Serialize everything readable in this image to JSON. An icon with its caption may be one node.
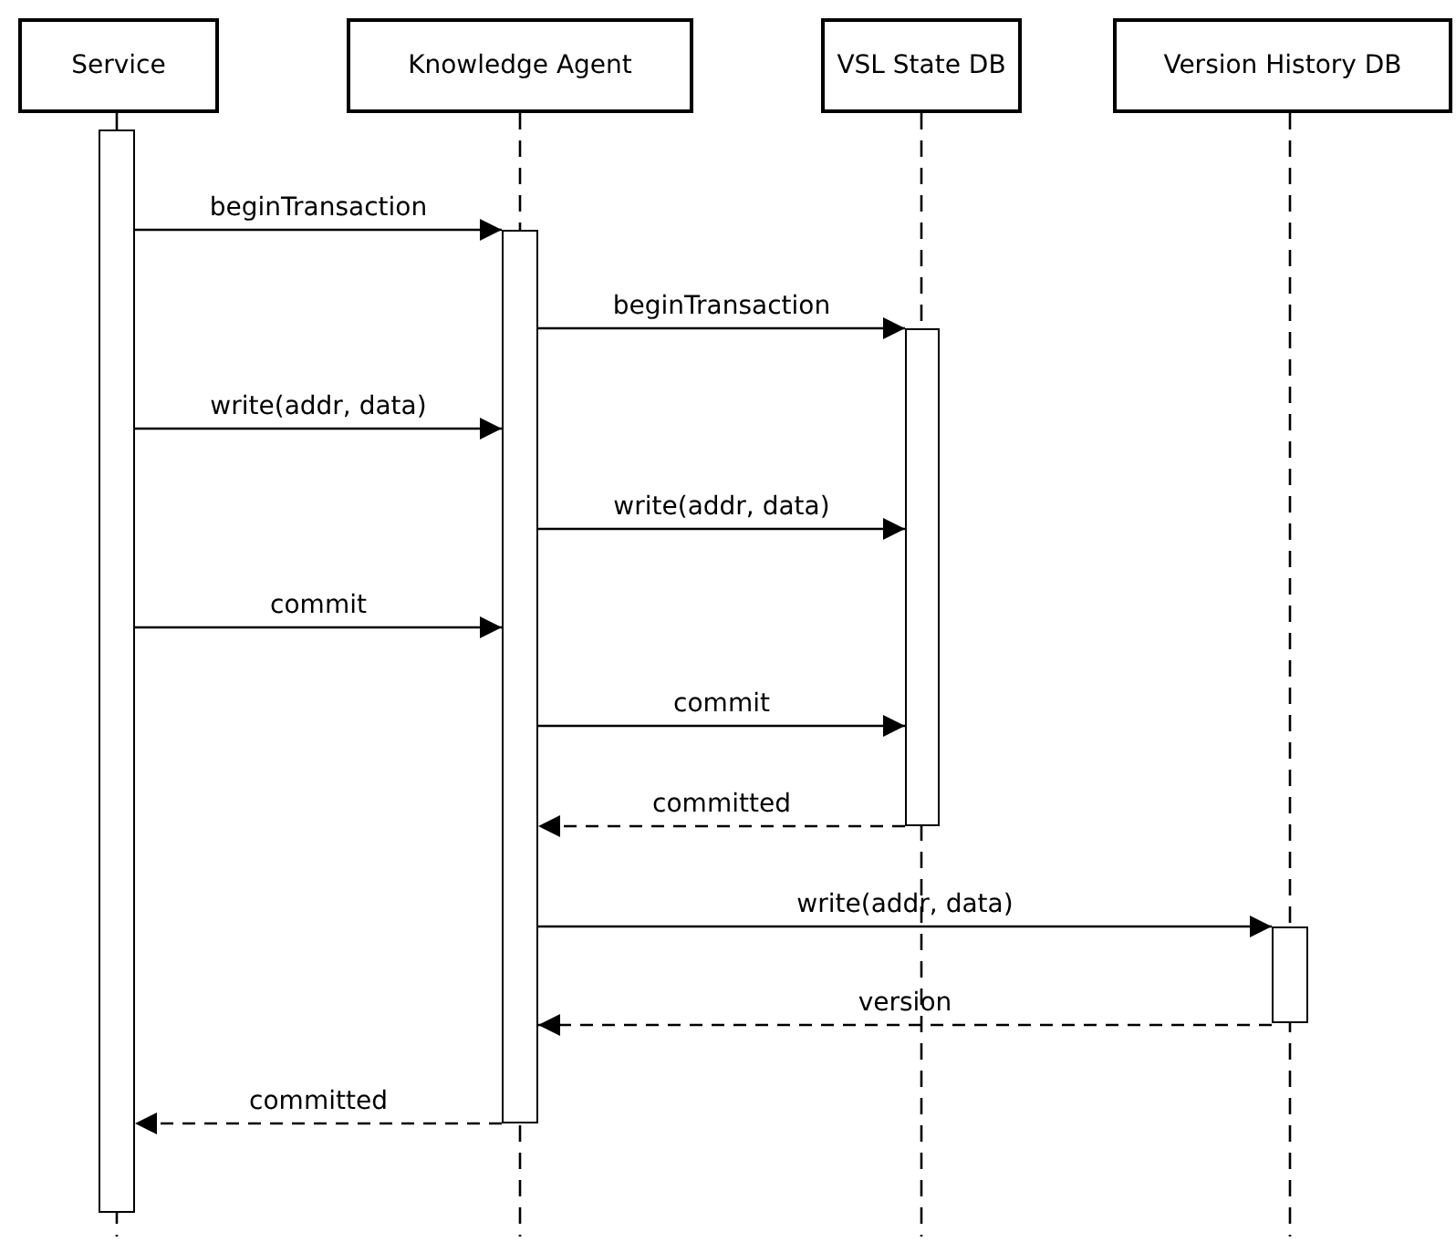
{
  "diagram": {
    "nodes": [
      {
        "text": [
          "Service"
        ]
      },
      {
        "text": [
          "Knowledge Agent"
        ]
      },
      {
        "text": [
          "VSL State DB"
        ]
      },
      {
        "text": [
          "Version History DB"
        ]
      },
      {
        "text": [],
        "shape": "bar"
      },
      {
        "text": [],
        "shape": "bar"
      },
      {
        "text": [],
        "shape": "bar"
      },
      {
        "text": [],
        "shape": "bar"
      }
    ],
    "edges": [
      {
        "from": 4,
        "to": 5,
        "arrow": "to",
        "label": "beginTransaction"
      },
      {
        "from": 5,
        "to": 6,
        "arrow": "to",
        "label": "beginTransaction"
      },
      {
        "from": 4,
        "to": 5,
        "arrow": "to",
        "label": "write(addr, data)"
      },
      {
        "from": 5,
        "to": 6,
        "arrow": "to",
        "label": "write(addr, data)"
      },
      {
        "from": 4,
        "to": 5,
        "arrow": "to",
        "label": "commit"
      },
      {
        "from": 5,
        "to": 6,
        "arrow": "to",
        "label": "commit"
      },
      {
        "from": 6,
        "to": 5,
        "arrow": "to",
        "label": "committed",
        "style": "dashed"
      },
      {
        "from": 5,
        "to": 7,
        "arrow": "to",
        "label": "write(addr, data)"
      },
      {
        "from": 7,
        "to": 5,
        "arrow": "to",
        "label": "version",
        "style": "dashed"
      },
      {
        "from": 5,
        "to": 4,
        "arrow": "to",
        "label": "committed",
        "style": "dashed"
      }
    ]
  }
}
